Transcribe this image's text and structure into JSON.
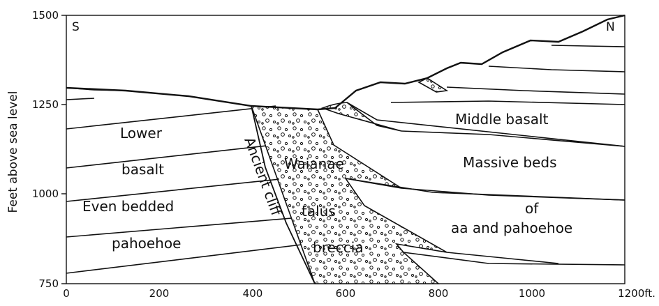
{
  "axes": {
    "y_label": "Feet above sea level",
    "y_ticks": [
      "1500",
      "1250",
      "1000",
      "750"
    ],
    "x_ticks": [
      "0",
      "200",
      "400",
      "600",
      "800",
      "1000"
    ],
    "x_last_tick": "1200ft."
  },
  "directions": {
    "south": "S",
    "north": "N"
  },
  "units": {
    "lower_1": "Lower",
    "lower_2": "basalt",
    "lower_3": "Even bedded",
    "lower_4": "pahoehoe",
    "cliff": "Ancient cliff",
    "waianae": "Waianae",
    "talus": "talus",
    "breccia": "breccia",
    "middle": "Middle basalt",
    "massive_1": "Massive beds",
    "massive_2": "of",
    "massive_3": "aa and pahoehoe"
  }
}
